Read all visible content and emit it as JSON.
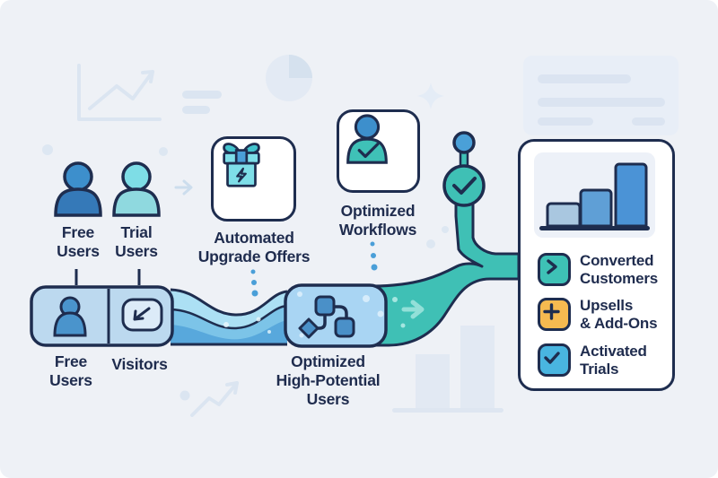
{
  "top_sources": {
    "free_users": {
      "label": "Free\nUsers",
      "icon": "user-icon"
    },
    "trial_users": {
      "label": "Trial\nUsers",
      "icon": "user-icon"
    }
  },
  "process_steps": {
    "offers": {
      "label": "Automated\nUpgrade Offers",
      "icon": "gift-lightning-icon"
    },
    "workflows": {
      "label": "Optimized\nWorkflows",
      "icon": "user-check-icon"
    },
    "valve_icon": "check-circle-icon"
  },
  "pipeline": {
    "inputs": [
      {
        "label": "Free\nUsers",
        "icon": "user-icon"
      },
      {
        "label": "Visitors",
        "icon": "cursor-click-icon"
      }
    ],
    "stage": {
      "label": "Optimized\nHigh-Potential\nUsers",
      "icon": "flowchart-nodes-icon"
    }
  },
  "results_panel": {
    "chart_icon": "bar-chart-icon",
    "items": [
      {
        "label": "Converted\nCustomers",
        "icon": "chevron-right-icon",
        "color": "#3ec1b6"
      },
      {
        "label": "Upsells\n& Add-Ons",
        "icon": "plus-icon",
        "color": "#f6ba50"
      },
      {
        "label": "Activated\nTrials",
        "icon": "check-icon",
        "color": "#49b5e0"
      }
    ]
  },
  "colors": {
    "outline": "#1e2d4f",
    "text": "#1f2c4e",
    "teal": "#3fc0b5",
    "blue": "#4a94d8",
    "light_blue": "#a9d6f3",
    "sky_blue": "#49b5e0",
    "orange": "#f6ba50",
    "background": "#eef1f6"
  },
  "background_motifs": [
    "line-chart-sketch",
    "pie-chart-sketch",
    "document-sketch",
    "bar-chart-sketch",
    "sparkle",
    "trend-arrow-sketch"
  ]
}
